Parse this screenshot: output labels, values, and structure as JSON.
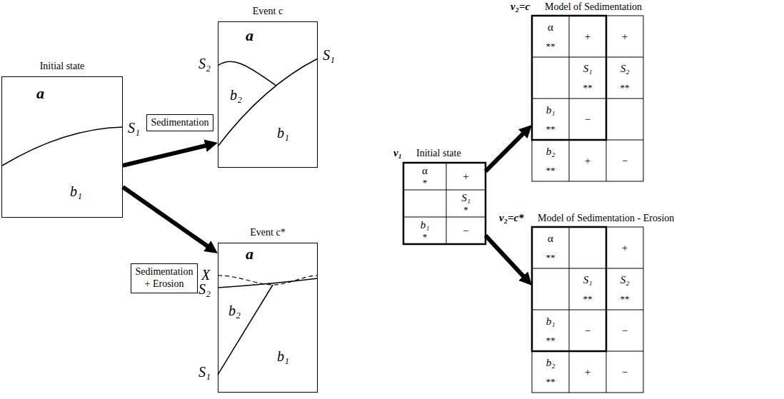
{
  "diagram": {
    "nodes": [
      {
        "text": [
          "Initial state",
          "a",
          "S₁",
          "b₁"
        ]
      },
      {
        "text": [
          "Sedimentation"
        ]
      },
      {
        "text": [
          "Sedimentation + Erosion"
        ]
      },
      {
        "text": [
          "Event c",
          "a",
          "S₂",
          "S₁",
          "b₂",
          "b₁"
        ]
      },
      {
        "text": [
          "Event c*",
          "X",
          "a",
          "S₂",
          "b₂",
          "S₁",
          "b₁"
        ]
      },
      {
        "text": [
          "v₁",
          "Initial state"
        ]
      },
      {
        "text": [
          "v₂=c",
          "Model of Sedimentation"
        ]
      },
      {
        "text": [
          "v₂=c*",
          "Model of Sedimentation - Erosion"
        ]
      }
    ],
    "edges": [
      {
        "from": 0,
        "to": 3,
        "arrow": "to"
      },
      {
        "from": 0,
        "to": 4,
        "arrow": "to"
      },
      {
        "from": 5,
        "to": 6,
        "arrow": "to"
      },
      {
        "from": 5,
        "to": 7,
        "arrow": "to"
      }
    ],
    "labels": [
      "α",
      "*",
      "+",
      "S₁",
      "*",
      "b₁",
      "*",
      "−",
      "α",
      "**",
      "+",
      "+",
      "S₁",
      "**",
      "S₂",
      "**",
      "b₁",
      "**",
      "−",
      "b₂",
      "**",
      "+",
      "−",
      "α",
      "**",
      "+",
      "S₁",
      "**",
      "S₂",
      "**",
      "b₁",
      "**",
      "−",
      "−",
      "b₂",
      "**",
      "+",
      "−"
    ]
  }
}
